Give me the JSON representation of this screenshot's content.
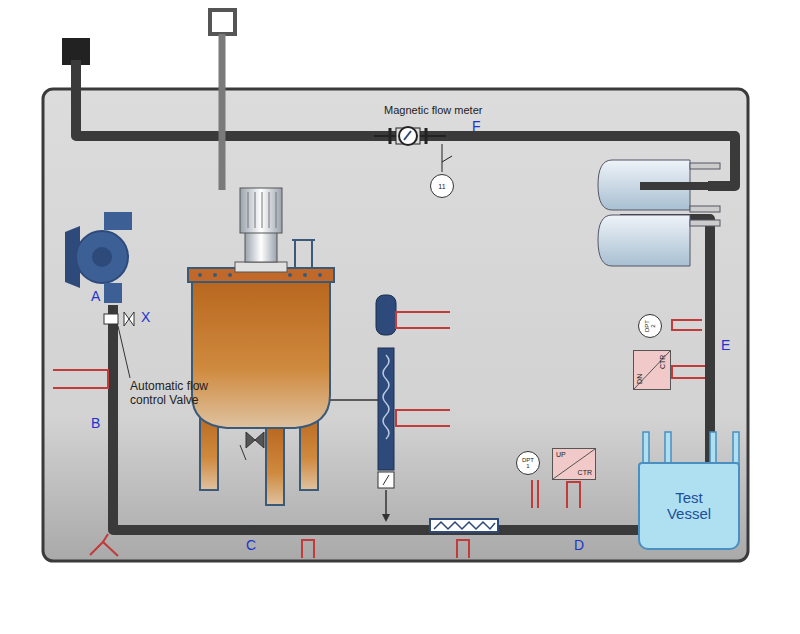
{
  "diagram": {
    "nodes": [
      {
        "text": [
          "11"
        ]
      },
      {
        "text": [
          "DPT 2"
        ]
      },
      {
        "text": [
          "DN",
          "CTR"
        ]
      },
      {
        "text": [
          "DPT 1"
        ]
      },
      {
        "text": [
          "UP",
          "CTR"
        ]
      },
      {
        "text": [
          "Test Vessel"
        ]
      }
    ],
    "labels": [
      "Magnetic flow meter",
      "F",
      "A",
      "X",
      "Automatic flow control Valve",
      "B",
      "C",
      "D",
      "E"
    ]
  }
}
